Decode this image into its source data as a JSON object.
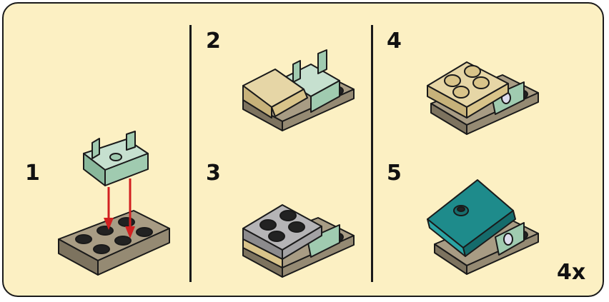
{
  "steps": [
    {
      "number": "1"
    },
    {
      "number": "2"
    },
    {
      "number": "3"
    },
    {
      "number": "4"
    },
    {
      "number": "5"
    }
  ],
  "multiplier": "4x",
  "colors": {
    "background": "#fcf0c3",
    "dark_tan_plate": "#958a73",
    "sand_green": "#a0cbb0",
    "tan_slope": "#d9c48a",
    "light_gray": "#a3a2a4",
    "dark_turquoise": "#1e8b8b",
    "black_stud": "#222222",
    "arrow_red": "#d22020"
  },
  "icons": [
    "dark-tan-plate-2x3",
    "sand-green-clip-hinge",
    "tan-slope",
    "gray-plate-2x2",
    "turquoise-tile-with-stud",
    "red-arrow"
  ]
}
